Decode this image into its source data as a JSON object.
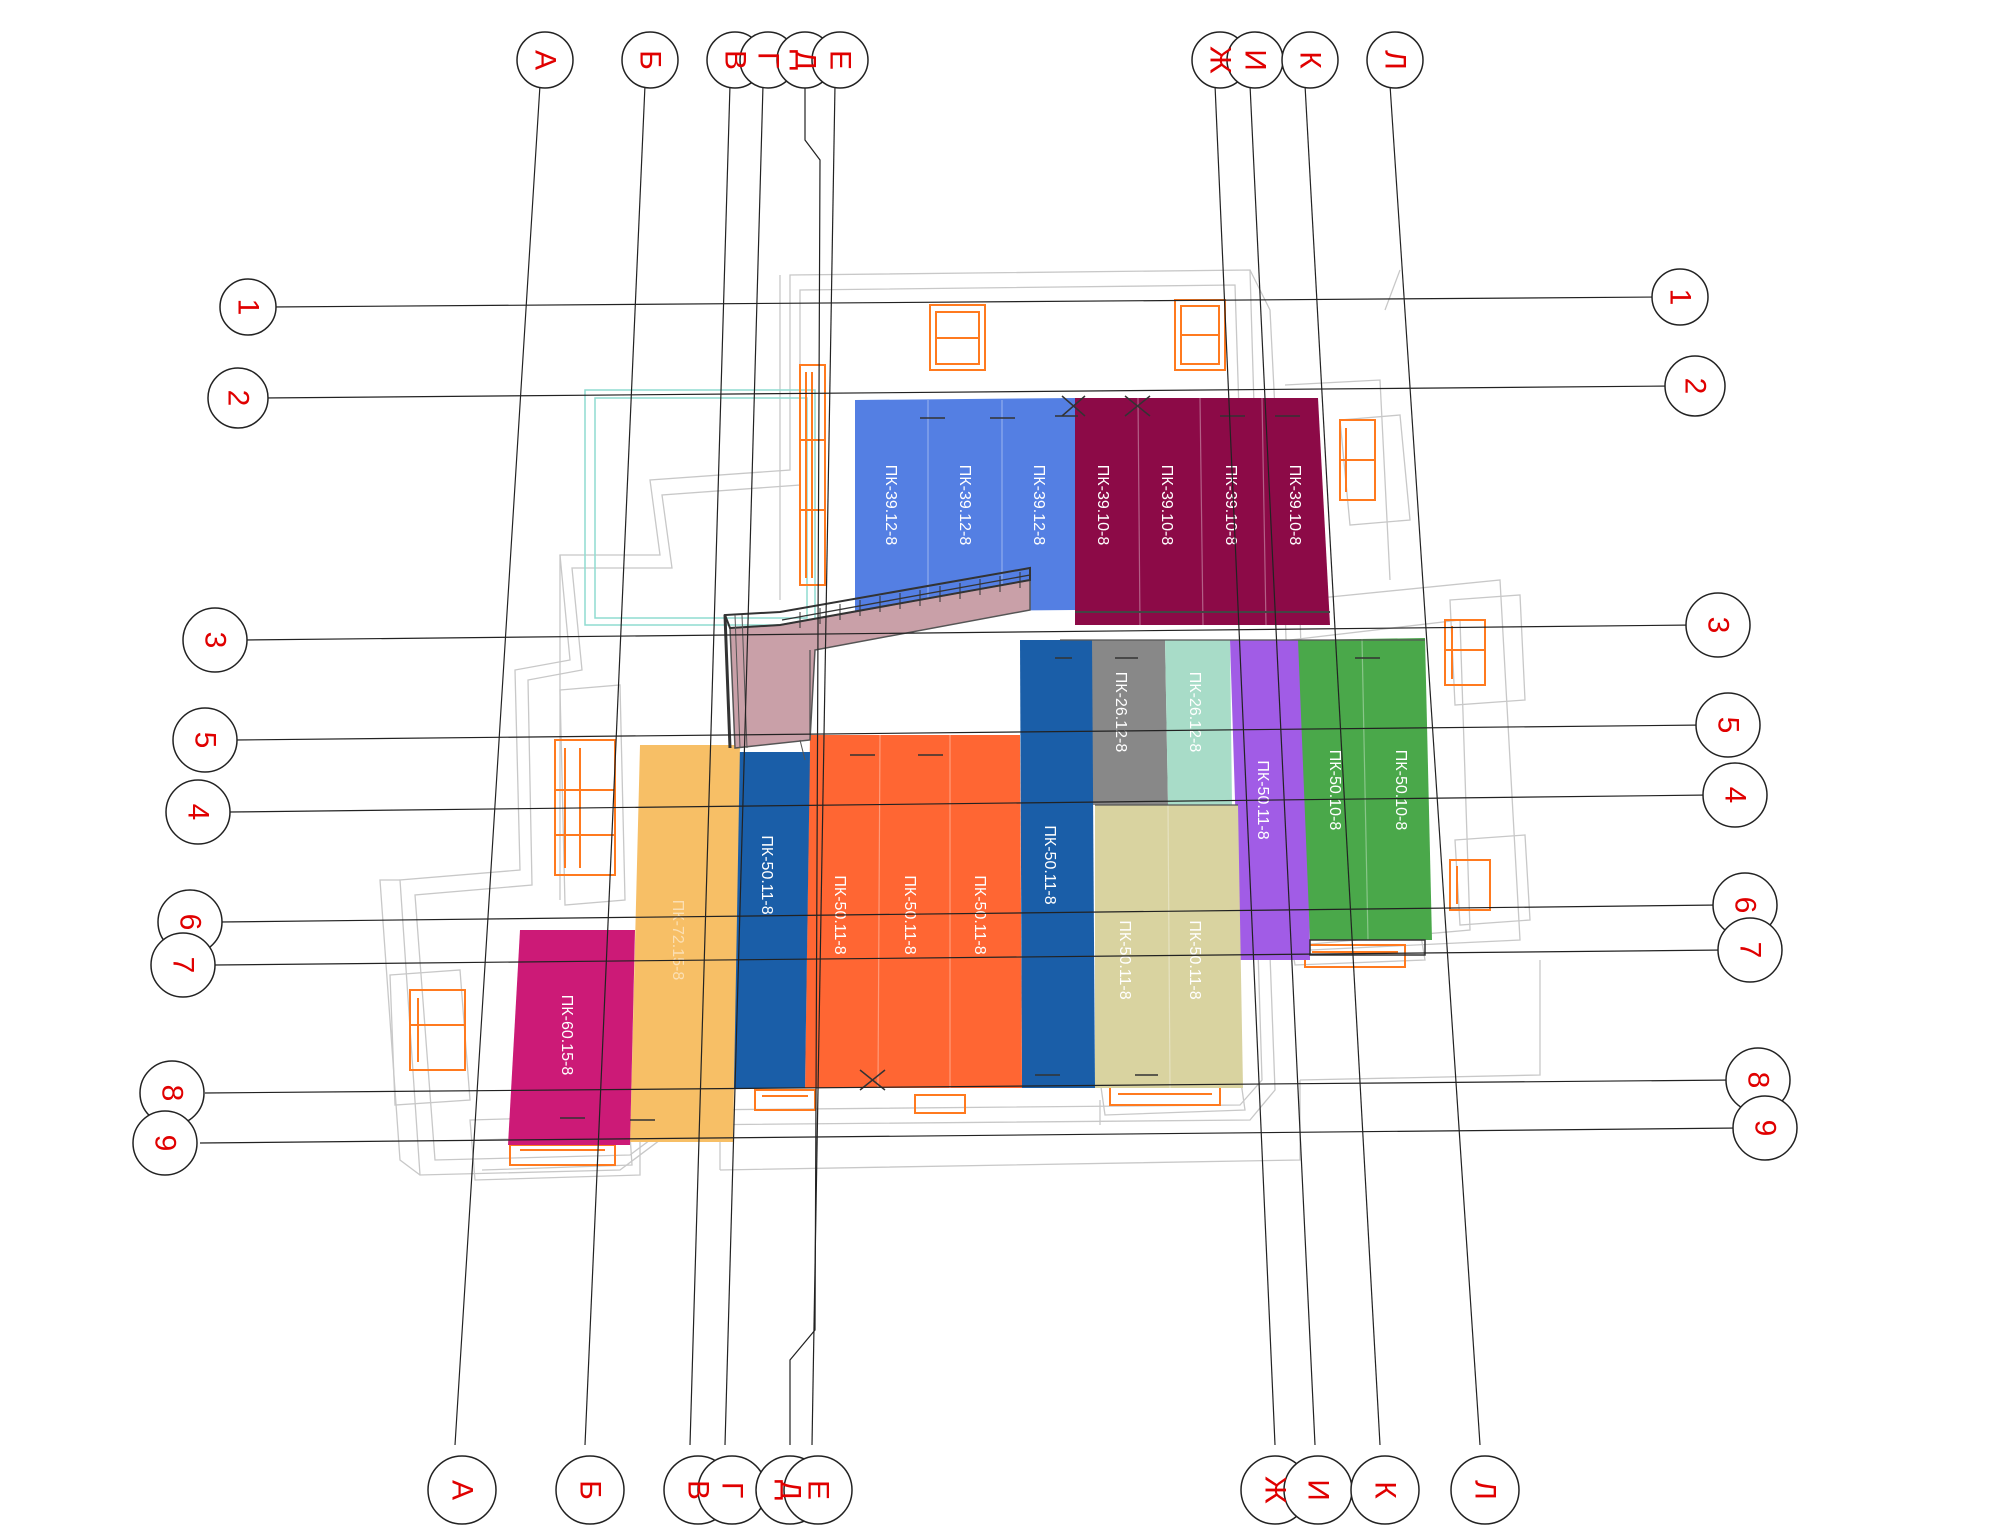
{
  "diagram": {
    "columns": {
      "a": "А",
      "b": "Б",
      "v": "В",
      "g": "Г",
      "d": "Д",
      "e": "Е",
      "zh": "Ж",
      "i": "И",
      "k": "К",
      "l": "Л"
    },
    "rows": {
      "r1": "1",
      "r2": "2",
      "r3": "3",
      "r4": "4",
      "r5": "5",
      "r6": "6",
      "r7": "7",
      "r8": "8",
      "r9": "9"
    },
    "panels": {
      "top_blue_1": "ПК-39.12-8",
      "top_blue_2": "ПК-39.12-8",
      "top_blue_3": "ПК-39.12-8",
      "top_red_1": "ПК-39.10-8",
      "top_red_2": "ПК-39.10-8",
      "top_red_3": "ПК-39.10-8",
      "top_red_4": "ПК-39.10-8",
      "gray": "ПК-26.12-8",
      "mint": "ПК-26.12-8",
      "violet": "ПК-50.11-8",
      "green_1": "ПК-50.10-8",
      "green_2": "ПК-50.10-8",
      "blue_left": "ПК-50.11-8",
      "orange_1": "ПК-50.11-8",
      "orange_2": "ПК-50.11-8",
      "orange_3": "ПК-50.11-8",
      "blue_right": "ПК-50.11-8",
      "beige_1": "ПК-50.11-8",
      "beige_2": "ПК-50.11-8",
      "yellow": "ПК-72.15-8",
      "magenta": "ПК-60.15-8"
    },
    "colors": {
      "axis": "#e00000",
      "blue": "#547fe3",
      "crimson": "#8c0a47",
      "gray": "#888888",
      "mint": "#a8dcc8",
      "violet": "#a15ce6",
      "green": "#4aa84a",
      "navy": "#1a5ea8",
      "orange": "#ff6633",
      "beige": "#d9d3a0",
      "yellow": "#f7bf66",
      "magenta": "#cc1a77",
      "stair": "#c9a0a8",
      "window": "#ff7a1f"
    }
  }
}
